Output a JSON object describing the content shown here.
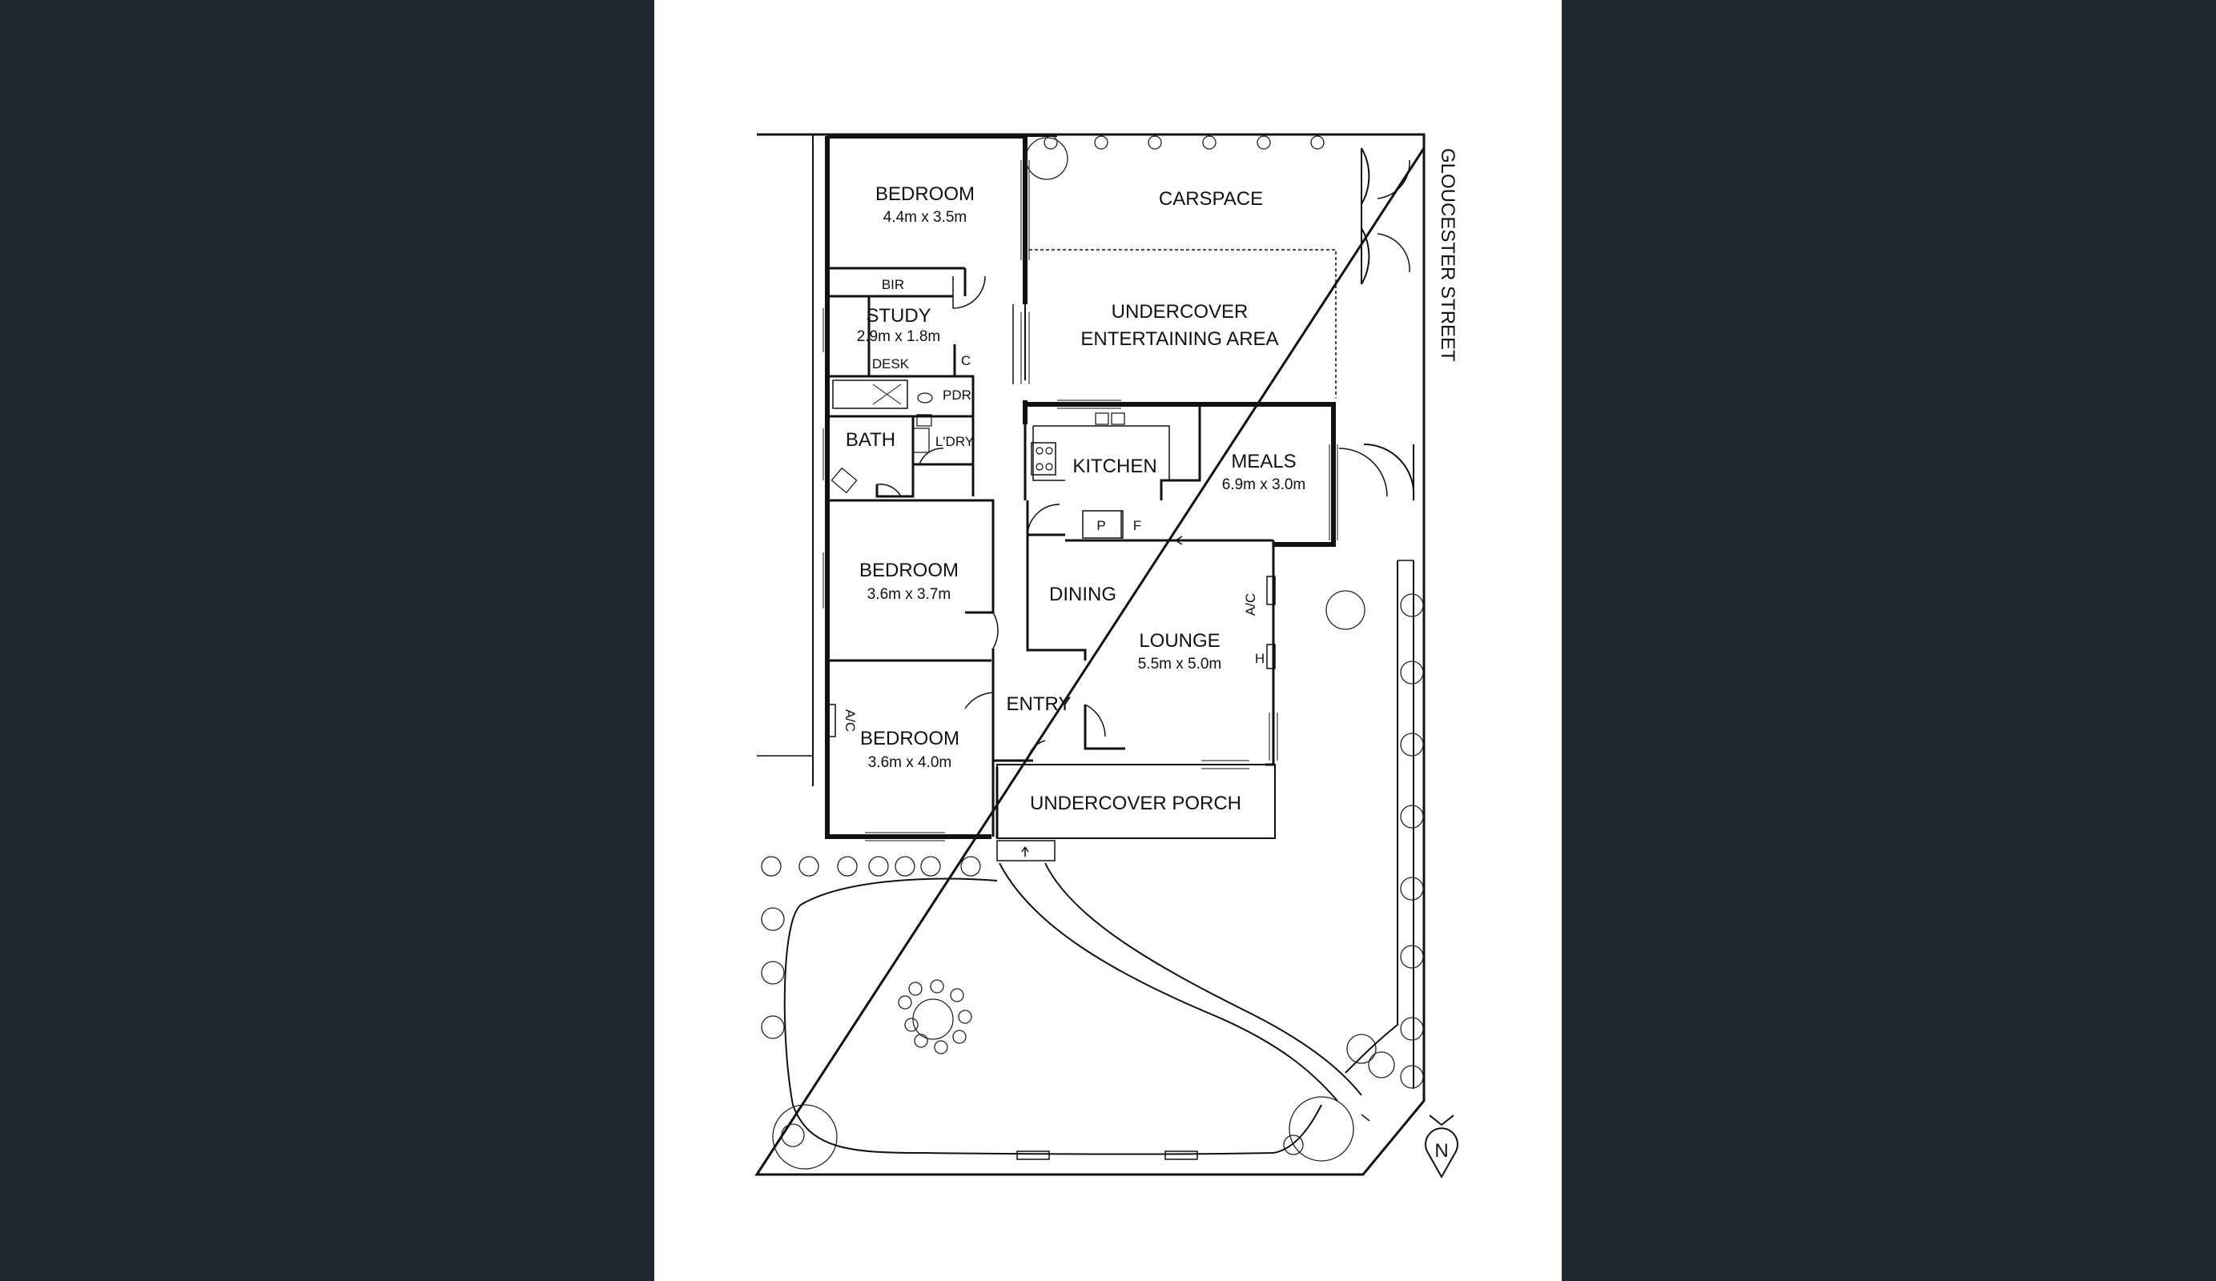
{
  "rooms": {
    "bedroom1": {
      "name": "BEDROOM",
      "dims": "4.4m x 3.5m"
    },
    "bir": "BIR",
    "study": {
      "name": "STUDY",
      "dims": "2.9m x 1.8m"
    },
    "desk": "DESK",
    "cupboard": "C",
    "pdr": "PDR",
    "bath": "BATH",
    "laundry": "L'DRY",
    "kitchen": "KITCHEN",
    "pantry": "P",
    "fridge": "F",
    "meals": {
      "name": "MEALS",
      "dims": "6.9m x 3.0m"
    },
    "bedroom2": {
      "name": "BEDROOM",
      "dims": "3.6m x 3.7m"
    },
    "bedroom3": {
      "name": "BEDROOM",
      "dims": "3.6m x 4.0m"
    },
    "dining": "DINING",
    "lounge": {
      "name": "LOUNGE",
      "dims": "5.5m x 5.0m"
    },
    "entry": "ENTRY",
    "porch": "UNDERCOVER PORCH",
    "carspace": "CARSPACE",
    "entertaining": {
      "line1": "UNDERCOVER",
      "line2": "ENTERTAINING AREA"
    }
  },
  "fixtures": {
    "ac": "A/C",
    "heater": "H"
  },
  "street": "GLOUCESTER STREET",
  "north": "N"
}
